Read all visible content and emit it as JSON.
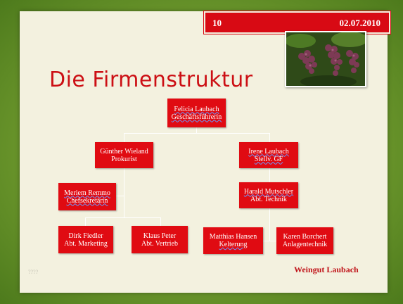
{
  "slide": {
    "page_number": "10",
    "date": "02.07.2010",
    "title": "Die Firmenstruktur",
    "footer_brand": "Weingut Laubach",
    "footer_small": "????"
  },
  "org": {
    "ceo": {
      "line1": "Felicia Laubach",
      "line2": "Geschäftsführerin"
    },
    "left_manager": {
      "line1": "Günther Wieland",
      "line2": "Prokurist"
    },
    "right_manager": {
      "line1": "Irene Laubach",
      "line2": "Stellv. GF"
    },
    "secretary": {
      "line1": "Meriem Remmo",
      "line2": "Chefsekretärin"
    },
    "technik": {
      "line1": "Harald Mutschler",
      "line2": "Abt. Technik"
    },
    "marketing": {
      "line1": "Dirk Fiedler",
      "line2": "Abt. Marketing"
    },
    "vertrieb": {
      "line1": "Klaus Peter",
      "line2": "Abt. Vertrieb"
    },
    "kelterung": {
      "line1": "Matthias Hansen",
      "line2": "Kelterung"
    },
    "anlagen": {
      "line1": "Karen Borchert",
      "line2": "Anlagentechnik"
    }
  },
  "colors": {
    "accent": "#e00b12",
    "background": "#f3f1df",
    "frame": "#6f9a2e"
  }
}
